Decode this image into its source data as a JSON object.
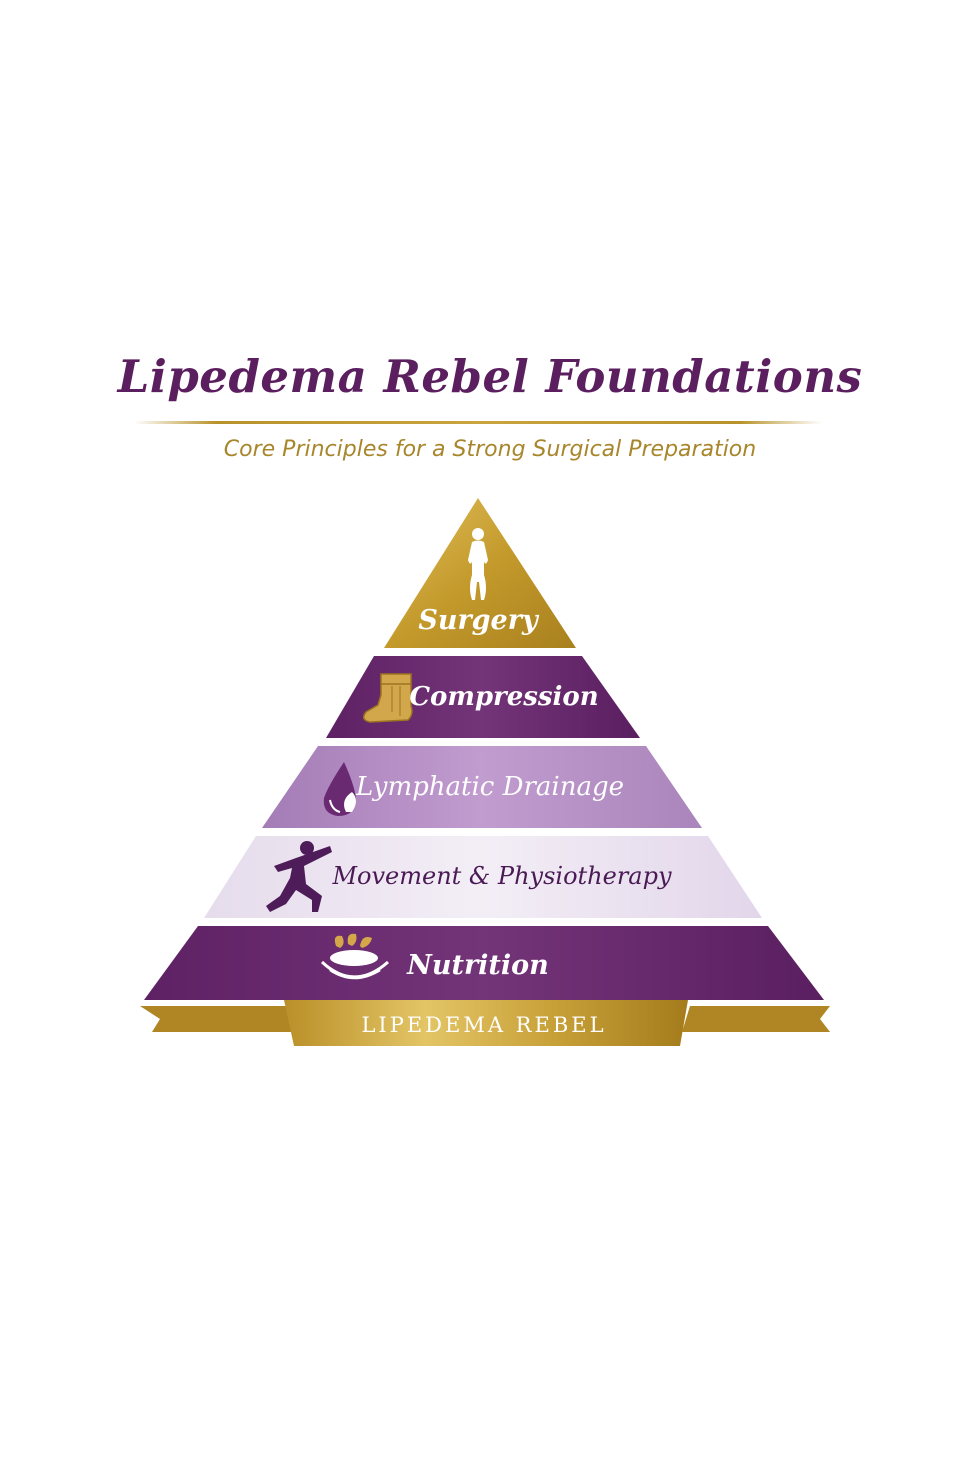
{
  "header": {
    "title": "Lipedema Rebel Foundations",
    "subtitle": "Core Principles for a Strong Surgical Preparation"
  },
  "pyramid": {
    "tiers": [
      {
        "label": "Surgery",
        "icon": "female-silhouette-icon",
        "color": "#c49a2c",
        "text_color": "#ffffff"
      },
      {
        "label": "Compression",
        "icon": "compression-sock-icon",
        "color": "#6e2c70",
        "text_color": "#ffffff"
      },
      {
        "label": "Lymphatic Drainage",
        "icon": "water-drop-leaf-icon",
        "color": "#b48dc4",
        "text_color": "#ffffff"
      },
      {
        "label": "Movement & Physiotherapy",
        "icon": "running-figure-icon",
        "color": "#ece3f0",
        "text_color": "#4a1a55"
      },
      {
        "label": "Nutrition",
        "icon": "bowl-leaves-icon",
        "color": "#6a2a72",
        "text_color": "#ffffff"
      }
    ],
    "banner": {
      "label": "LIPEDEMA REBEL",
      "color": "#c9a23a",
      "text_color": "#ffffff"
    }
  },
  "colors": {
    "brand_purple": "#5b1f5f",
    "brand_gold": "#b8922a"
  }
}
